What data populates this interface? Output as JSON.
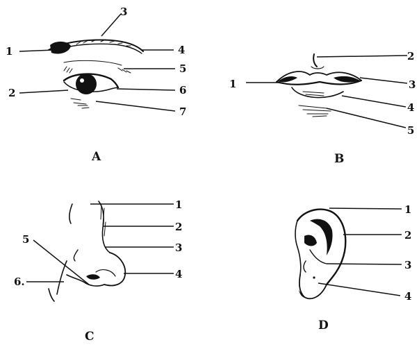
{
  "panels": {
    "a": {
      "letter": "A",
      "numbers": {
        "n1": "1",
        "n2": "2",
        "n3": "3",
        "n4": "4",
        "n5": "5",
        "n6": "6",
        "n7": "7"
      }
    },
    "b": {
      "letter": "B",
      "numbers": {
        "n1": "1",
        "n2": "2",
        "n3": "3",
        "n4": "4",
        "n5": "5"
      }
    },
    "c": {
      "letter": "C",
      "numbers": {
        "n1": "1",
        "n2": "2",
        "n3": "3",
        "n4": "4",
        "n5": "5",
        "n6": "6."
      }
    },
    "d": {
      "letter": "D",
      "numbers": {
        "n1": "1",
        "n2": "2",
        "n3": "3",
        "n4": "4"
      }
    }
  },
  "colors": {
    "ink": "#111111",
    "paper": "#ffffff"
  }
}
